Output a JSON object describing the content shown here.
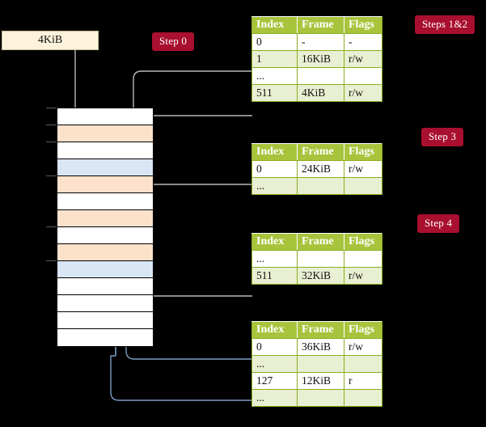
{
  "diagram": {
    "title_hidden": "",
    "background_color": "#000000",
    "accent_badge_color": "#a90f2e",
    "table_header_color": "#a8c43c",
    "table_alt_row_color": "#e9efd2",
    "highlight_color": "#f7f7a8",
    "memory_orange_color": "#fde2cb",
    "memory_blue_color": "#d9e6f6",
    "source_box_color": "#fdf3dc"
  },
  "source_box": {
    "label": "4KiB"
  },
  "badges": [
    {
      "name": "step-0",
      "label": "Step 0"
    },
    {
      "name": "steps-1-2",
      "label": "Steps 1&2"
    },
    {
      "name": "step-3",
      "label": "Step 3"
    },
    {
      "name": "step-4",
      "label": "Step 4"
    }
  ],
  "tables": [
    {
      "name": "page-table-level-0",
      "headers": [
        "Index",
        "Frame",
        "Flags"
      ],
      "rows": [
        {
          "cells": [
            "0",
            "-",
            "-"
          ],
          "style": "plain",
          "highlight": false
        },
        {
          "cells": [
            "1",
            "16KiB",
            "r/w"
          ],
          "style": "alt",
          "highlight": false
        },
        {
          "cells": [
            "...",
            "",
            ""
          ],
          "style": "plain",
          "highlight": false
        },
        {
          "cells": [
            "511",
            "4KiB",
            "r/w"
          ],
          "style": "alt",
          "highlight": true
        }
      ]
    },
    {
      "name": "page-table-level-1",
      "headers": [
        "Index",
        "Frame",
        "Flags"
      ],
      "rows": [
        {
          "cells": [
            "0",
            "24KiB",
            "r/w"
          ],
          "style": "plain",
          "highlight": false
        },
        {
          "cells": [
            "...",
            "",
            ""
          ],
          "style": "alt",
          "highlight": false
        }
      ]
    },
    {
      "name": "page-table-level-2",
      "headers": [
        "Index",
        "Frame",
        "Flags"
      ],
      "rows": [
        {
          "cells": [
            "...",
            "",
            ""
          ],
          "style": "plain",
          "highlight": false
        },
        {
          "cells": [
            "511",
            "32KiB",
            "r/w"
          ],
          "style": "alt",
          "highlight": false
        }
      ]
    },
    {
      "name": "page-table-level-3",
      "headers": [
        "Index",
        "Frame",
        "Flags"
      ],
      "rows": [
        {
          "cells": [
            "0",
            "36KiB",
            "r/w"
          ],
          "style": "plain",
          "highlight": false
        },
        {
          "cells": [
            "...",
            "",
            ""
          ],
          "style": "alt",
          "highlight": false
        },
        {
          "cells": [
            "127",
            "12KiB",
            "r"
          ],
          "style": "plain",
          "highlight": false
        },
        {
          "cells": [
            "...",
            "",
            ""
          ],
          "style": "alt",
          "highlight": false
        }
      ]
    }
  ],
  "memory_column": {
    "name": "physical-memory-column",
    "rows": [
      {
        "fill": "white"
      },
      {
        "fill": "orange"
      },
      {
        "fill": "white"
      },
      {
        "fill": "blue"
      },
      {
        "fill": "orange"
      },
      {
        "fill": "white"
      },
      {
        "fill": "orange"
      },
      {
        "fill": "white"
      },
      {
        "fill": "orange"
      },
      {
        "fill": "blue"
      },
      {
        "fill": "white"
      },
      {
        "fill": "white"
      },
      {
        "fill": "white"
      },
      {
        "fill": "white"
      }
    ]
  }
}
